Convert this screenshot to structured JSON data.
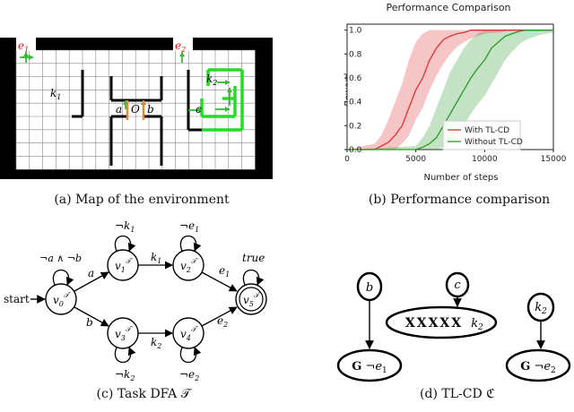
{
  "captions": {
    "a": "(a) Map of the environment",
    "b": "(b) Performance comparison",
    "c": "(c) Task DFA 𝒯",
    "d": "(d) TL-CD ℭ"
  },
  "map": {
    "labels": {
      "e1": "e1",
      "e2": "e2",
      "k1": "k1",
      "k2": "k2",
      "a": "a",
      "O": "O",
      "b": "b",
      "c": "c"
    },
    "colors": {
      "wall": "#000000",
      "grid": "#888888",
      "highlight": "#22dd22",
      "label_red": "#dd1111",
      "arrow_green": "#33bb33",
      "arrow_orange": "#e08a3a"
    }
  },
  "chart_data": {
    "type": "line",
    "title": "Performance Comparison",
    "xlabel": "Number of steps",
    "ylabel": "Reward",
    "xlim": [
      0,
      15000
    ],
    "ylim": [
      0,
      1.05
    ],
    "xticks": [
      "0",
      "5000",
      "10000",
      "15000"
    ],
    "yticks": [
      "0.0",
      "0.2",
      "0.4",
      "0.6",
      "0.8",
      "1.0"
    ],
    "legend_position": "lower-right",
    "series": [
      {
        "name": "With TL-CD",
        "color": "#e03030",
        "x": [
          0,
          2000,
          2500,
          3000,
          3500,
          4000,
          4500,
          5000,
          5500,
          6000,
          6500,
          7000,
          7500,
          8000,
          8500,
          9000,
          9500,
          10000,
          11000,
          12000,
          15000
        ],
        "y": [
          0,
          0,
          0.03,
          0.06,
          0.12,
          0.2,
          0.35,
          0.5,
          0.6,
          0.75,
          0.85,
          0.92,
          0.95,
          0.97,
          0.98,
          1.0,
          1.0,
          1.0,
          1.0,
          1.0,
          1.0
        ],
        "lower": [
          0,
          0,
          0,
          0,
          0,
          0.05,
          0.12,
          0.25,
          0.35,
          0.5,
          0.62,
          0.72,
          0.8,
          0.86,
          0.9,
          0.93,
          0.95,
          0.97,
          0.98,
          1.0,
          1.0
        ],
        "upper": [
          0,
          0.05,
          0.12,
          0.25,
          0.4,
          0.55,
          0.75,
          0.9,
          0.97,
          1.0,
          1.0,
          1.0,
          1.0,
          1.0,
          1.0,
          1.0,
          1.0,
          1.0,
          1.0,
          1.0,
          1.0
        ]
      },
      {
        "name": "Without TL-CD",
        "color": "#2a9a2a",
        "x": [
          0,
          5000,
          5500,
          6000,
          6500,
          7000,
          7500,
          8000,
          8500,
          9000,
          9500,
          10000,
          10500,
          11000,
          11500,
          12000,
          12500,
          13000,
          14000,
          15000
        ],
        "y": [
          0,
          0,
          0.02,
          0.05,
          0.1,
          0.2,
          0.3,
          0.4,
          0.5,
          0.6,
          0.68,
          0.75,
          0.85,
          0.9,
          0.95,
          0.97,
          0.99,
          1.0,
          1.0,
          1.0
        ],
        "lower": [
          0,
          0,
          0,
          0,
          0,
          0.02,
          0.05,
          0.12,
          0.2,
          0.3,
          0.38,
          0.45,
          0.55,
          0.65,
          0.75,
          0.82,
          0.88,
          0.92,
          0.96,
          0.98
        ],
        "upper": [
          0,
          0.03,
          0.1,
          0.2,
          0.35,
          0.5,
          0.65,
          0.75,
          0.85,
          0.92,
          0.97,
          1.0,
          1.0,
          1.0,
          1.0,
          1.0,
          1.0,
          1.0,
          1.0,
          1.0
        ]
      }
    ]
  },
  "dfa": {
    "start": "start",
    "edges": {
      "a": "a",
      "b": "b",
      "k1": "k1",
      "k2": "k2",
      "e1": "e1",
      "e2": "e2"
    },
    "loops": {
      "v0": "¬a ∧ ¬b",
      "v1": "¬k1",
      "v2": "¬e1",
      "v3": "¬k2",
      "v4": "¬e2",
      "v5": "true"
    }
  },
  "tlcd": {
    "nodes": {
      "b": "b",
      "c": "c",
      "k2": "k2",
      "g_e1": "G ¬e1",
      "xxxxx": "XXXXX k2",
      "g_e2": "G ¬e2"
    }
  }
}
